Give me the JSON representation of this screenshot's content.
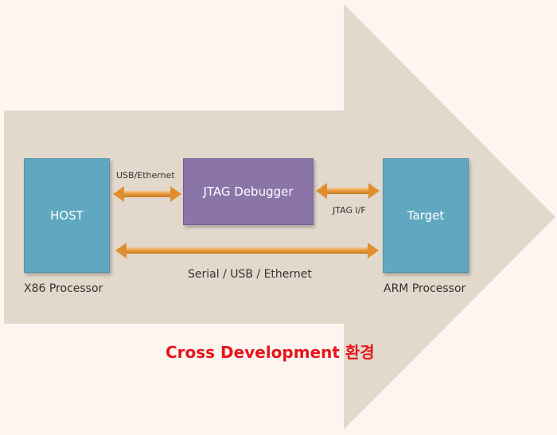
{
  "diagram": {
    "title": "Cross Development 환경",
    "nodes": {
      "host": "HOST",
      "jtag_debugger": "JTAG Debugger",
      "target": "Target"
    },
    "links": {
      "host_jtag": "USB/Ethernet",
      "jtag_target": "JTAG I/F",
      "host_target": "Serial / USB / Ethernet"
    },
    "captions": {
      "host": "X86 Processor",
      "target": "ARM Processor"
    }
  },
  "colors": {
    "node_blue": "#5fa8c0",
    "node_purple": "#8b74a8",
    "connector_orange": "#e79a3c",
    "title_red": "#e8141c",
    "arrow_background": "#e2d8cc"
  }
}
